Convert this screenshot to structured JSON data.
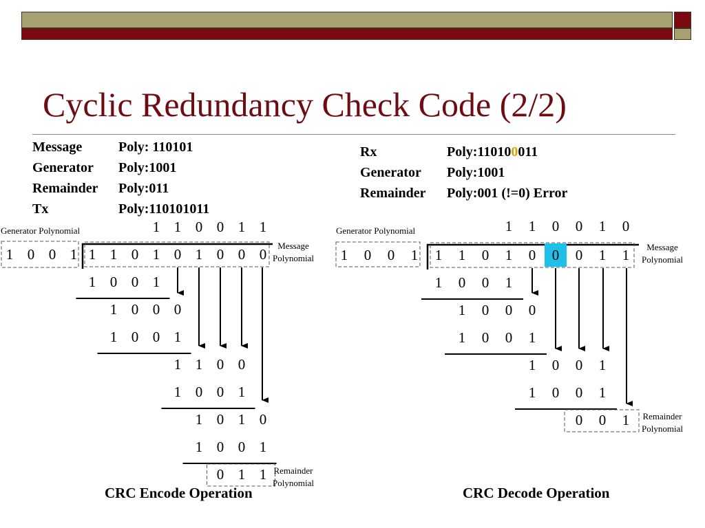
{
  "title": "Cyclic Redundancy Check Code  (2/2)",
  "encode_info": [
    {
      "key": "Message",
      "value": "Poly: 110101"
    },
    {
      "key": "Generator",
      "value": "Poly:1001"
    },
    {
      "key": "Remainder",
      "value": "Poly:011"
    },
    {
      "key": "Tx",
      "value": "Poly:110101011"
    }
  ],
  "decode_info": {
    "rx_key": "Rx",
    "rx_prefix": "Poly:11010",
    "rx_flipped_bit": "0",
    "rx_suffix": "011",
    "generator_key": "Generator",
    "generator_value": "Poly:1001",
    "remainder_key": "Remainder",
    "remainder_value": "Poly:001 (!=0)  Error"
  },
  "labels": {
    "generator_polynomial": "Generator Polynomial",
    "message_polynomial": [
      "Message",
      "Polynomial"
    ],
    "remainder_polynomial": [
      "Remainder",
      "Polynomial"
    ]
  },
  "encode_diagram": {
    "generator_bits": [
      "1",
      "0",
      "0",
      "1"
    ],
    "quotient": [
      "1",
      "1",
      "0",
      "0",
      "1",
      "1"
    ],
    "dividend": [
      "1",
      "1",
      "0",
      "1",
      "0",
      "1",
      "0",
      "0",
      "0"
    ],
    "steps": [
      [
        "1",
        "0",
        "0",
        "1"
      ],
      [
        "1",
        "0",
        "0",
        "0"
      ],
      [
        "1",
        "0",
        "0",
        "1"
      ],
      [
        "1",
        "1",
        "0",
        "0"
      ],
      [
        "1",
        "0",
        "0",
        "1"
      ],
      [
        "1",
        "0",
        "1",
        "0"
      ],
      [
        "1",
        "0",
        "0",
        "1"
      ]
    ],
    "remainder": [
      "0",
      "1",
      "1"
    ],
    "caption": "CRC Encode  Operation"
  },
  "decode_diagram": {
    "generator_bits": [
      "1",
      "0",
      "0",
      "1"
    ],
    "quotient": [
      "1",
      "1",
      "0",
      "0",
      "1",
      "0"
    ],
    "dividend": [
      "1",
      "1",
      "0",
      "1",
      "0",
      "0",
      "0",
      "1",
      "1"
    ],
    "error_bit_index": 5,
    "steps": [
      [
        "1",
        "0",
        "0",
        "1"
      ],
      [
        "1",
        "0",
        "0",
        "0"
      ],
      [
        "1",
        "0",
        "0",
        "1"
      ],
      [
        "1",
        "0",
        "0",
        "1"
      ],
      [
        "1",
        "0",
        "0",
        "1"
      ]
    ],
    "remainder": [
      "0",
      "0",
      "1"
    ],
    "caption": "CRC Decode Operation"
  },
  "colors": {
    "title": "#6e0c13",
    "error_highlight": "#1ec0ea",
    "flipped_bit": "#c8a800"
  }
}
